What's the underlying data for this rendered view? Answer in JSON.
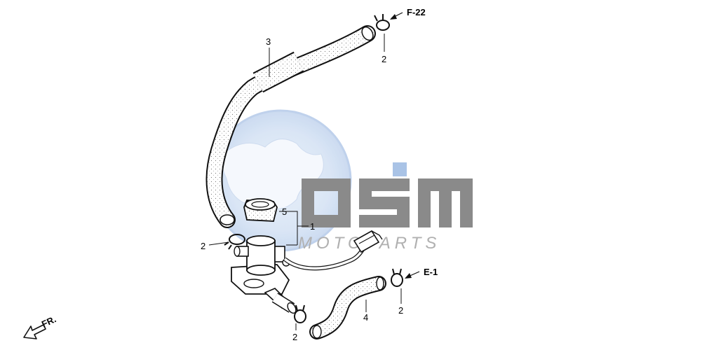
{
  "watermark": {
    "brand": "OSM",
    "subtitle": "MOTOPARTS",
    "globe_color": "#5b8fd0",
    "text_color": "#8a8a8a"
  },
  "callouts": {
    "part_1": "1",
    "part_2_upper": "2",
    "part_2_left": "2",
    "part_2_bottom": "2",
    "part_2_right": "2",
    "part_3": "3",
    "part_4": "4",
    "part_5": "5"
  },
  "references": {
    "upper": "F-22",
    "lower": "E-1"
  },
  "direction_marker": {
    "label": "FR.",
    "icon": "front-direction-arrow-icon"
  }
}
